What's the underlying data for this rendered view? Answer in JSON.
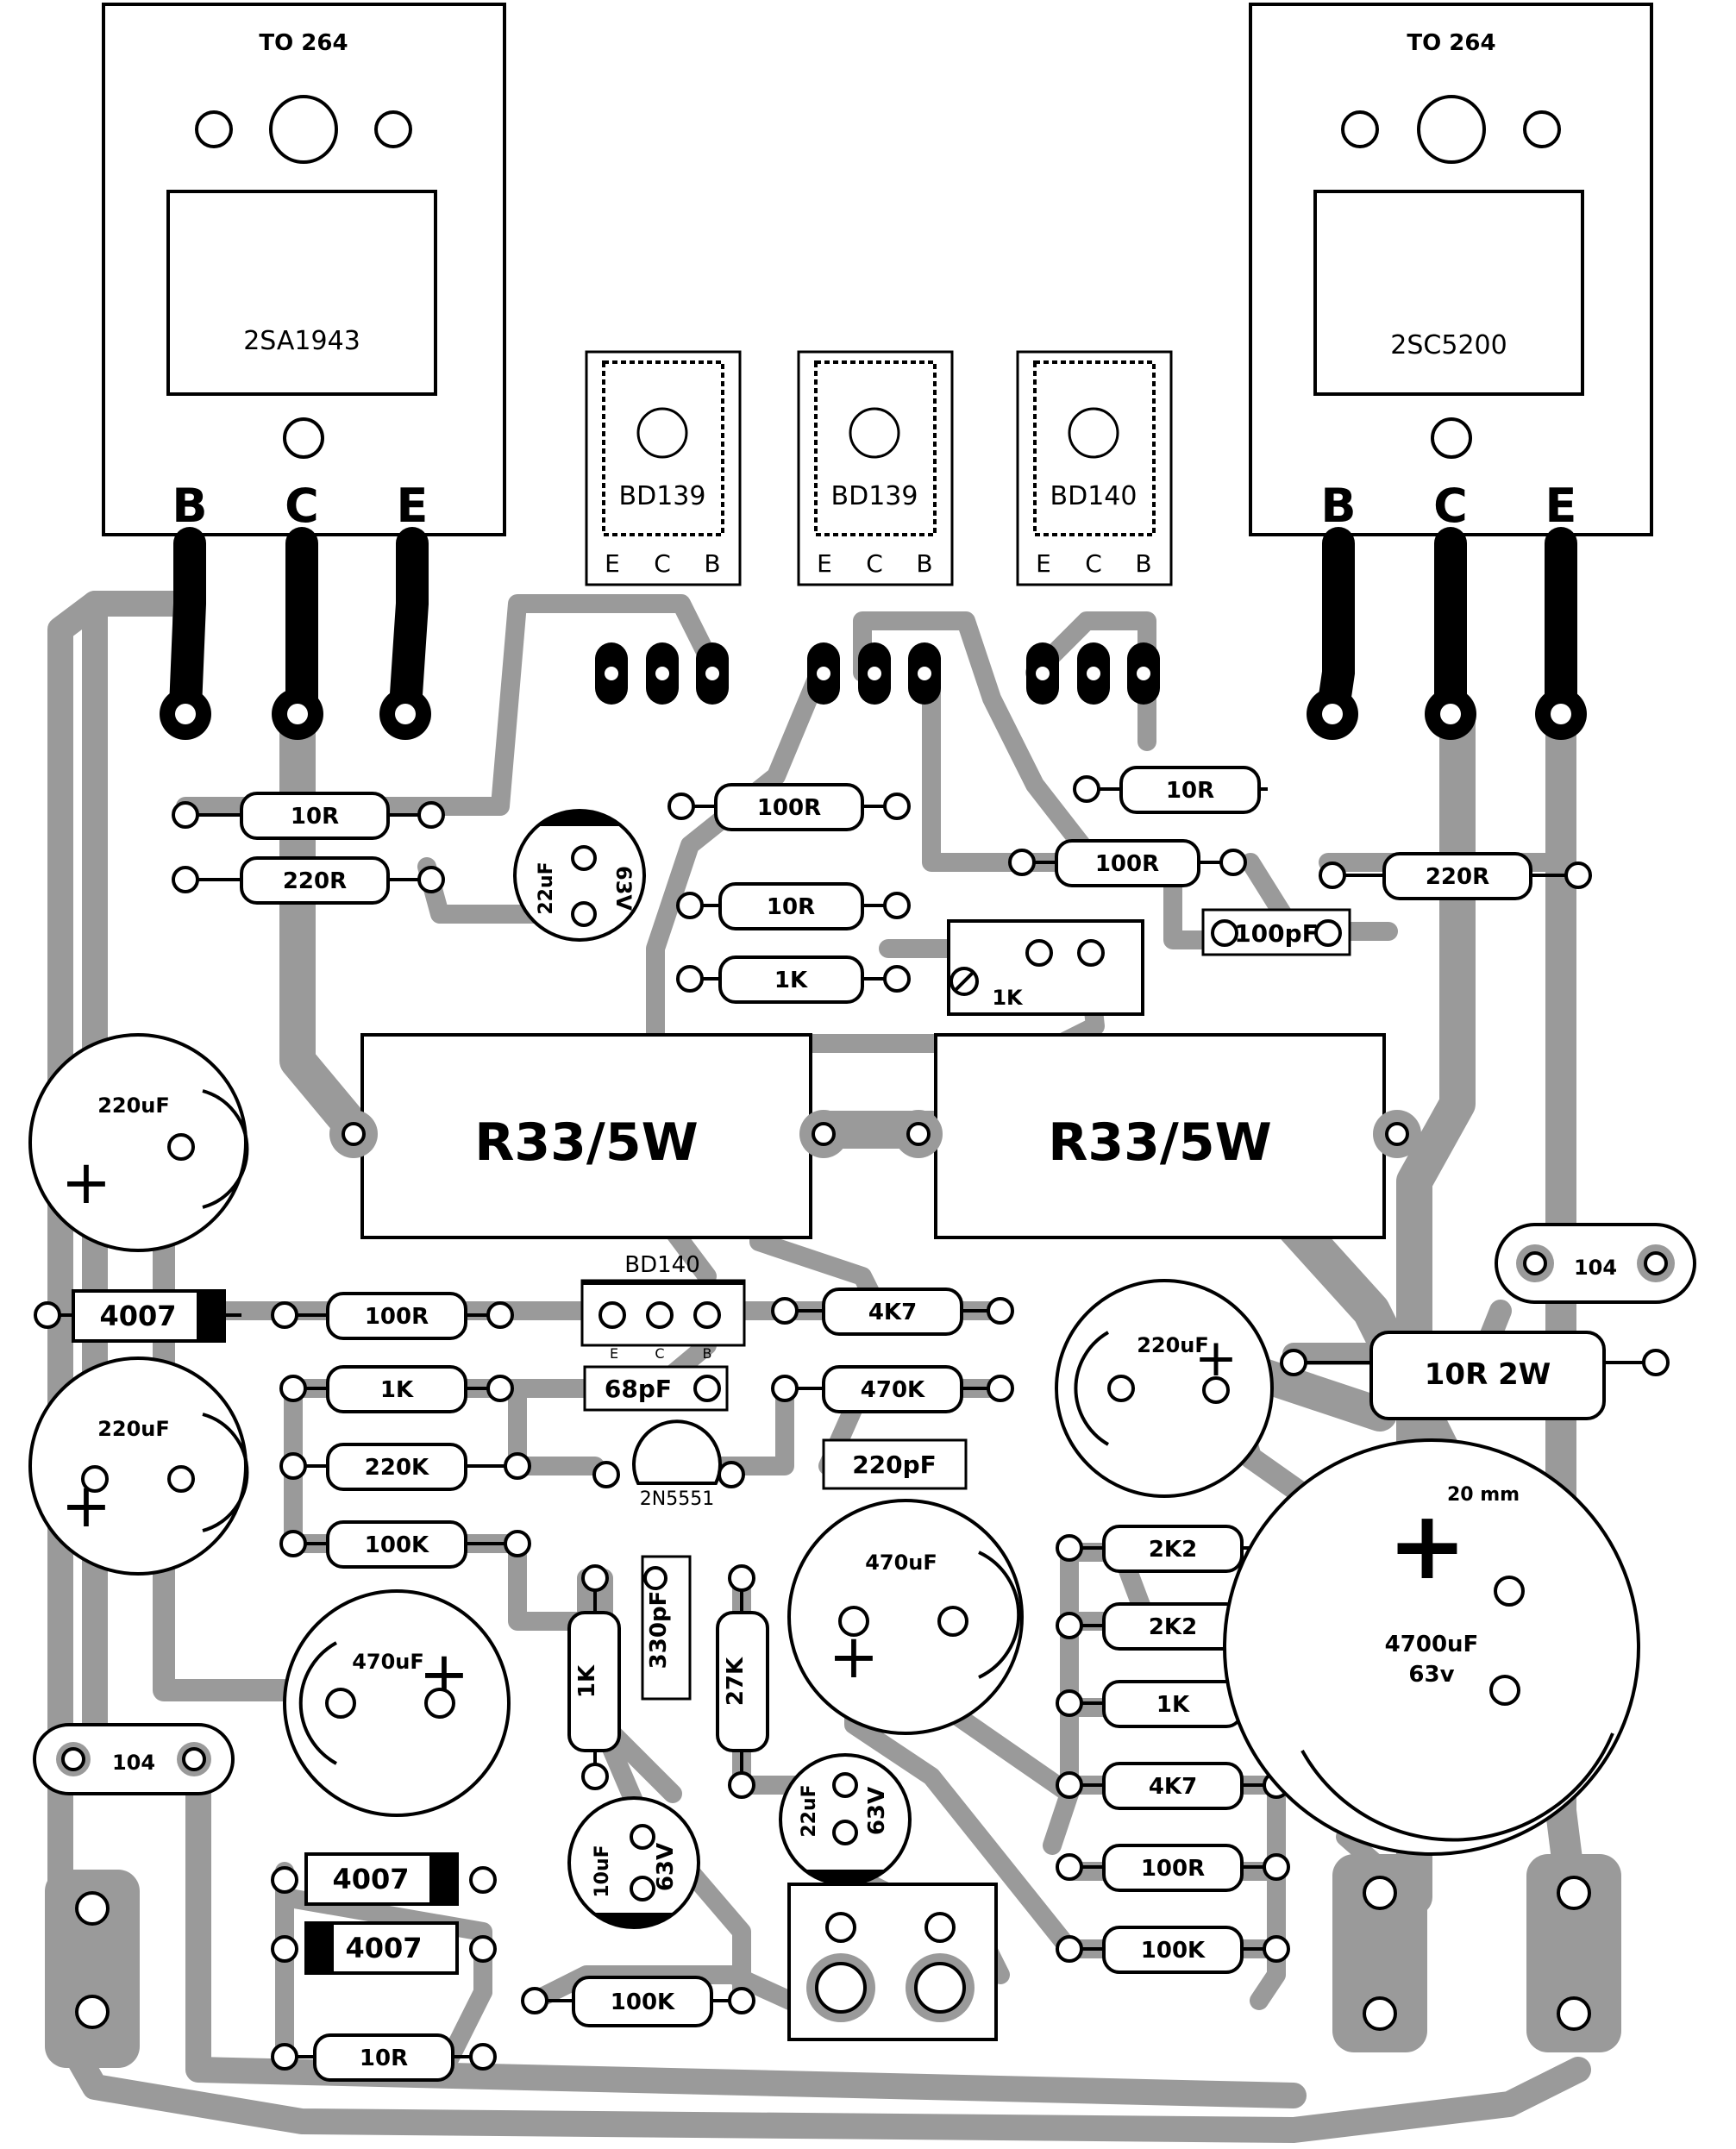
{
  "power_transistors": [
    {
      "package": "TO 264",
      "part": "2SA1943",
      "pins": [
        "B",
        "C",
        "E"
      ]
    },
    {
      "package": "TO 264",
      "part": "2SC5200",
      "pins": [
        "B",
        "C",
        "E"
      ]
    }
  ],
  "driver_transistors": [
    {
      "part": "BD139",
      "pins": [
        "E",
        "C",
        "B"
      ]
    },
    {
      "part": "BD139",
      "pins": [
        "E",
        "C",
        "B"
      ]
    },
    {
      "part": "BD140",
      "pins": [
        "E",
        "C",
        "B"
      ]
    }
  ],
  "vas_transistor": {
    "part": "BD140",
    "pins": [
      "E",
      "C",
      "B"
    ]
  },
  "input_transistor": "2N5551",
  "emitter_resistors": [
    "R33/5W",
    "R33/5W"
  ],
  "trimmer": "1K",
  "output_resistor": "10R 2W",
  "resistors": {
    "r10r_a": "10R",
    "r220r_a": "220R",
    "r100r_a": "100R",
    "r10r_b": "10R",
    "r1k_a": "1K",
    "r10r_c": "10R",
    "r100r_b": "100R",
    "r220r_b": "220R",
    "r100r_c": "100R",
    "r1k_b": "1K",
    "r220k": "220K",
    "r100k_a": "100K",
    "r4k7_a": "4K7",
    "r470k": "470K",
    "r2k2_a": "2K2",
    "r2k2_b": "2K2",
    "r1k_c": "1K",
    "r4k7_b": "4K7",
    "r100r_d": "100R",
    "r100k_b": "100K",
    "r1k_v": "1K",
    "r27k": "27K",
    "r100k_c": "100K",
    "r10r_d": "10R"
  },
  "capacitors": {
    "c22u_a": {
      "value": "22uF",
      "voltage": "63V"
    },
    "c100p": "100pF",
    "c220u_a": "220uF",
    "c220u_b": "220uF",
    "c220u_c": "220uF",
    "c68p": "68pF",
    "c220p": "220pF",
    "c330p": "330pF",
    "c470u_a": "470uF",
    "c470u_b": "470uF",
    "c104_a": "104",
    "c104_b": "104",
    "c10u": {
      "value": "10uF",
      "voltage": "63V"
    },
    "c22u_b": {
      "value": "22uF",
      "voltage": "63V"
    },
    "c4700u": {
      "value": "4700uF",
      "voltage": "63v",
      "size": "20 mm"
    }
  },
  "diodes": [
    "4007",
    "4007",
    "4007"
  ],
  "colors": {
    "copper": "#9a9a9a",
    "silkscreen": "#000000",
    "board": "#ffffff"
  }
}
